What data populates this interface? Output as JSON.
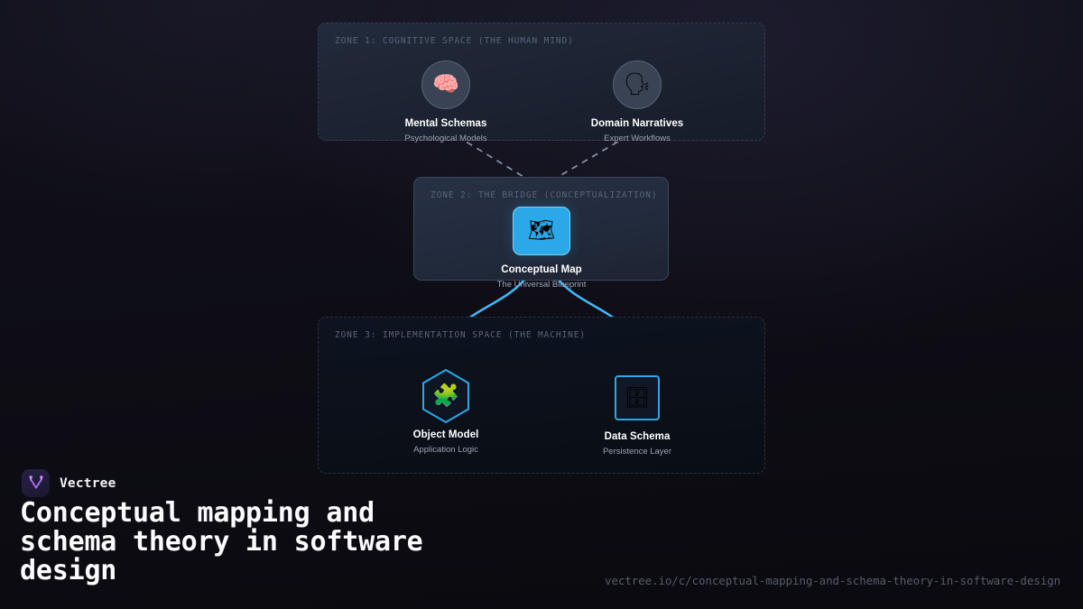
{
  "brand": {
    "name": "Vectree",
    "logo_icon": "vectree-branch-logo",
    "accent": "#b06cf0"
  },
  "headline": "Conceptual mapping and\nschema theory in software\ndesign",
  "url": "vectree.io/c/conceptual-mapping-and-schema-theory-in-software-design",
  "diagram": {
    "zones": [
      {
        "id": "zone1",
        "label": "ZONE 1: COGNITIVE SPACE (THE HUMAN MIND)",
        "border_style": "dashed",
        "nodes": [
          {
            "title": "Mental Schemas",
            "subtitle": "Psychological Models",
            "icon": "brain-icon",
            "glyph": "🧠"
          },
          {
            "title": "Domain Narratives",
            "subtitle": "Expert Workflows",
            "icon": "speaking-head-icon",
            "glyph": "🗣"
          }
        ]
      },
      {
        "id": "zone2",
        "label": "ZONE 2: THE BRIDGE (CONCEPTUALIZATION)",
        "border_style": "solid",
        "nodes": [
          {
            "title": "Conceptual Map",
            "subtitle": "The Universal Blueprint",
            "icon": "world-map-icon",
            "glyph": "🗺"
          }
        ]
      },
      {
        "id": "zone3",
        "label": "ZONE 3: IMPLEMENTATION SPACE (THE MACHINE)",
        "border_style": "dashed",
        "nodes": [
          {
            "title": "Object Model",
            "subtitle": "Application Logic",
            "icon": "puzzle-piece-hexagon-icon",
            "glyph": "🧩"
          },
          {
            "title": "Data Schema",
            "subtitle": "Persistence Layer",
            "icon": "file-cabinet-icon",
            "glyph": "🗄"
          }
        ]
      }
    ],
    "connectors": [
      {
        "name": "mental-schemas-to-bridge",
        "style": "dashed",
        "color": "#8a94a8",
        "direction": "down"
      },
      {
        "name": "domain-narratives-to-bridge",
        "style": "dashed",
        "color": "#8a94a8",
        "direction": "down"
      },
      {
        "name": "bridge-to-object-model",
        "style": "solid-curve",
        "color": "#3fb6f0",
        "direction": "down"
      },
      {
        "name": "bridge-to-data-schema",
        "style": "solid-curve",
        "color": "#3fb6f0",
        "direction": "down"
      },
      {
        "name": "object-model-data-schema-link",
        "style": "dotted",
        "color": "#78839a",
        "direction": "bidirectional"
      }
    ]
  }
}
